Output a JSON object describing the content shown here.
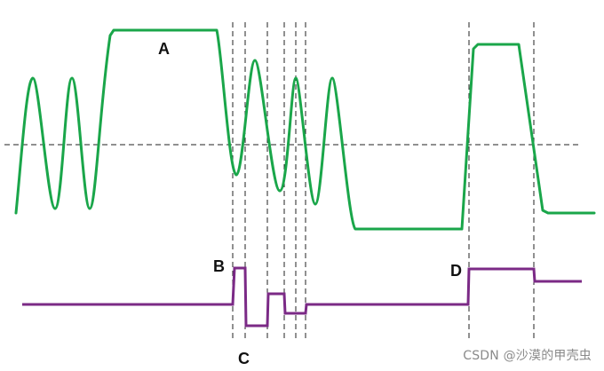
{
  "labels": {
    "a": "A",
    "b": "B",
    "c": "C",
    "d": "D"
  },
  "watermark": "CSDN @沙漠的甲壳虫",
  "colors": {
    "analog_signal": "#1aa64a",
    "digital_signal": "#7b2a86",
    "reference_lines": "#222222",
    "text": "#111111"
  }
}
